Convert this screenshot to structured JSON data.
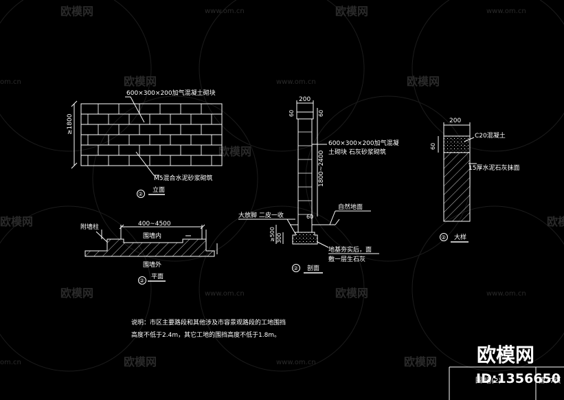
{
  "watermark": {
    "brand": "欧模网",
    "url": "www.om.cn",
    "url_short": "om.cn",
    "id": "ID:1356650"
  },
  "elevation": {
    "block_label": "600×300×200加气混凝土砌块",
    "mortar_label": "M5混合水泥砂浆砌筑",
    "height_dim": "≥1800",
    "title_num": "②",
    "title": "立面"
  },
  "plan": {
    "pilaster_label": "附墙柱",
    "span_dim": "400~4500",
    "inside_label": "围墙内",
    "outside_label": "围墙外",
    "title_num": "②",
    "title": "平面"
  },
  "section": {
    "top_width": "200",
    "cap_dim1": "60",
    "cap_dim2": "60",
    "height_dim": "1800~2400",
    "block_label_line1": "600×300×200加气混凝",
    "block_label_line2": "土砌块 石灰砂浆砌筑",
    "footing_label": "大放脚 二皮一收",
    "ground_label": "自然地面",
    "depth_dim1": "≥500",
    "depth_dim2": "300",
    "small_dim": "60",
    "base_label_line1": "地基夯实后，面",
    "base_label_line2": "敷一层生石灰",
    "title_num": "②",
    "title": "剖面"
  },
  "detail": {
    "top_width": "200",
    "concrete_label": "C20混凝土",
    "cap_dim": "60",
    "plaster_label": "15厚水泥石灰抹面",
    "title_num": "②",
    "title": "大样"
  },
  "note": {
    "line1": "说明：市区主要路段和其他涉及市容景观路段的工地围挡",
    "line2": "高度不低于2.4m，其它工地的围挡高度不低于1.8m。"
  },
  "title_block": {
    "drawing_name": "围  墙(2)",
    "page": "第37页"
  }
}
